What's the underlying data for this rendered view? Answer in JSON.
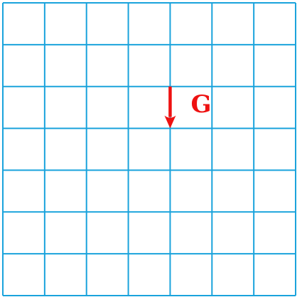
{
  "grid": {
    "columns": 7,
    "rows": 7,
    "line_color": "#1aa3dc"
  },
  "force": {
    "label": "G",
    "direction": "down",
    "color": "#ee1111",
    "magnitude_cells": 1
  }
}
